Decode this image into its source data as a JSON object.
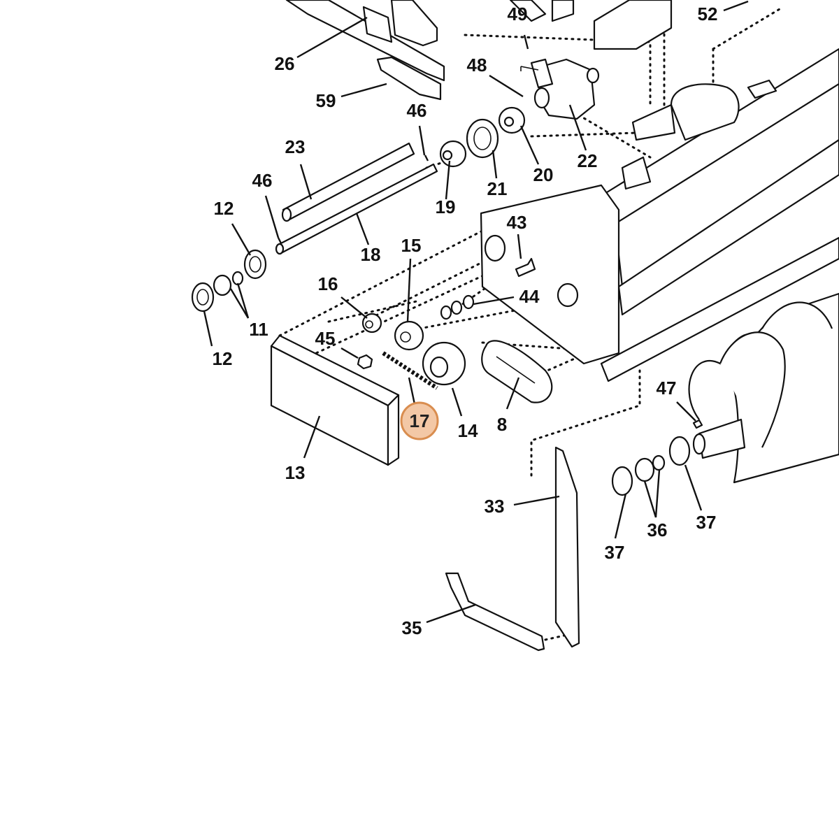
{
  "diagram": {
    "highlight_color": "#f3c8a6",
    "highlight_border_color": "#d98d4f",
    "highlighted_part": "17",
    "callouts": [
      {
        "id": "c49",
        "label": "49"
      },
      {
        "id": "c52",
        "label": "52"
      },
      {
        "id": "c26",
        "label": "26"
      },
      {
        "id": "c48",
        "label": "48"
      },
      {
        "id": "c59",
        "label": "59"
      },
      {
        "id": "c46a",
        "label": "46"
      },
      {
        "id": "c23",
        "label": "23"
      },
      {
        "id": "c22",
        "label": "22"
      },
      {
        "id": "c20",
        "label": "20"
      },
      {
        "id": "c21",
        "label": "21"
      },
      {
        "id": "c46b",
        "label": "46"
      },
      {
        "id": "c19",
        "label": "19"
      },
      {
        "id": "c12a",
        "label": "12"
      },
      {
        "id": "c18",
        "label": "18"
      },
      {
        "id": "c43",
        "label": "43"
      },
      {
        "id": "c15",
        "label": "15"
      },
      {
        "id": "c16",
        "label": "16"
      },
      {
        "id": "c44",
        "label": "44"
      },
      {
        "id": "c11",
        "label": "11"
      },
      {
        "id": "c12b",
        "label": "12"
      },
      {
        "id": "c45",
        "label": "45"
      },
      {
        "id": "c17",
        "label": "17"
      },
      {
        "id": "c14",
        "label": "14"
      },
      {
        "id": "c8",
        "label": "8"
      },
      {
        "id": "c47",
        "label": "47"
      },
      {
        "id": "c13",
        "label": "13"
      },
      {
        "id": "c33",
        "label": "33"
      },
      {
        "id": "c37a",
        "label": "37"
      },
      {
        "id": "c36",
        "label": "36"
      },
      {
        "id": "c37b",
        "label": "37"
      },
      {
        "id": "c35",
        "label": "35"
      }
    ]
  }
}
